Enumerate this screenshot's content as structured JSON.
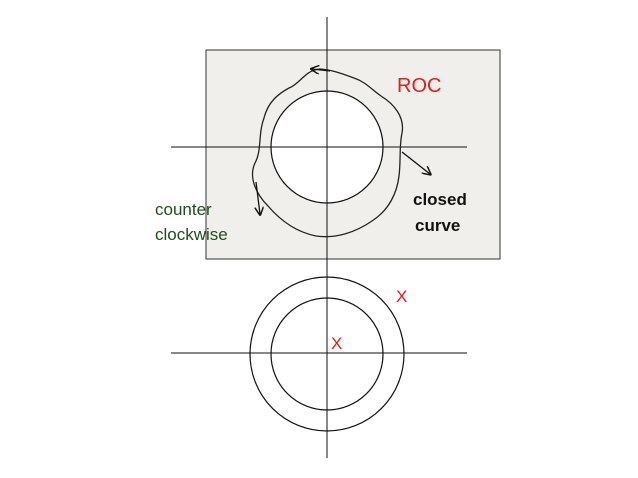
{
  "labels": {
    "roc": "ROC",
    "closed_curve_line1": "closed",
    "closed_curve_line2": "curve",
    "direction_line1": "counter",
    "direction_line2": "clockwise",
    "pole_outer": "X",
    "pole_inner": "X"
  },
  "colors": {
    "roc_text": "#e0201e",
    "pole_marker": "#e0201e",
    "direction_text": "#1f4d1f",
    "closed_curve_text": "#111111",
    "region_fill": "#f1efeb",
    "stroke": "#111111"
  }
}
